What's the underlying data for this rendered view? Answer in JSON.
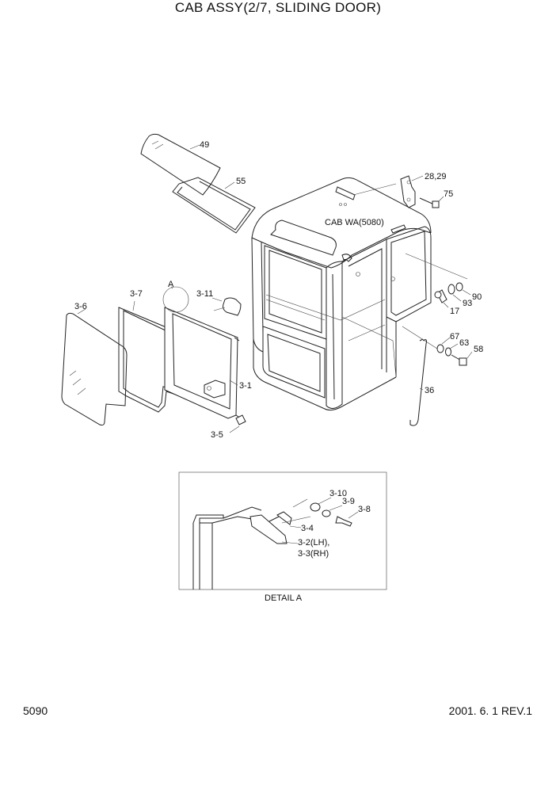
{
  "header": {
    "title": "CAB ASSY(2/7, SLIDING DOOR)"
  },
  "footer": {
    "page_number": "5090",
    "revision": "2001. 6. 1 REV.1"
  },
  "labels": {
    "p49": "49",
    "p55": "55",
    "p2829": "28,29",
    "p75": "75",
    "cab_wa": "CAB WA(5080)",
    "p90": "90",
    "p93": "93",
    "p17": "17",
    "p67": "67",
    "p63": "63",
    "p58": "58",
    "p36": "36",
    "pA": "A",
    "p3_6": "3-6",
    "p3_7": "3-7",
    "p3_11": "3-11",
    "p3_1": "3-1",
    "p3_5": "3-5"
  },
  "detail": {
    "caption": "DETAIL A",
    "p3_10": "3-10",
    "p3_9": "3-9",
    "p3_8": "3-8",
    "p3_4": "3-4",
    "p3_2": "3-2(LH),",
    "p3_3": "3-3(RH)"
  }
}
